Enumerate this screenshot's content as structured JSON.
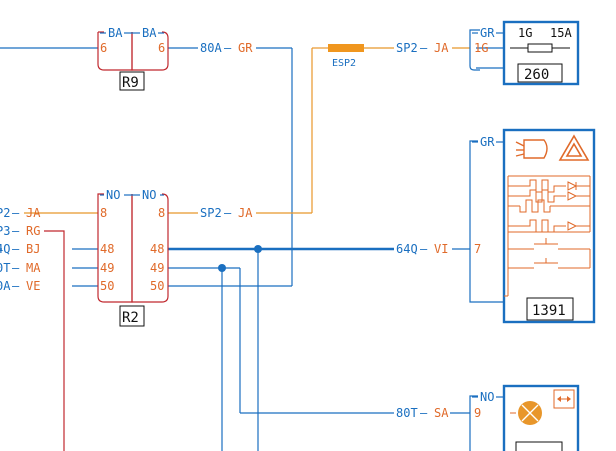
{
  "colors": {
    "wire_blue": "#1a6fc0",
    "wire_orange": "#e8962a",
    "wire_red": "#c0282e",
    "label_blue": "#1a6fc0",
    "label_orange": "#e06a2a",
    "fuse": "#f0961e",
    "black": "#111111"
  },
  "connectors": {
    "r9": {
      "id": "R9",
      "left_color": "BA",
      "right_color": "BA",
      "left_pin": "6",
      "right_pin": "6"
    },
    "r2": {
      "id": "R2",
      "left_color": "NO",
      "right_color": "NO",
      "left_pins": [
        "8",
        "48",
        "49",
        "50"
      ],
      "right_pins": [
        "8",
        "48",
        "49",
        "50"
      ]
    }
  },
  "wires": {
    "w_80a": {
      "code": "80A",
      "color": "GR"
    },
    "w_sp2_top": {
      "code": "SP2",
      "color": "JA"
    },
    "w_sp2_mid": {
      "code": "SP2",
      "color": "JA"
    },
    "w_64q": {
      "code": "64Q",
      "color": "VI"
    },
    "w_80t": {
      "code": "80T",
      "color": "SA"
    }
  },
  "left_wires": [
    {
      "code": "P2",
      "color": "JA"
    },
    {
      "code": "P3",
      "color": "RG"
    },
    {
      "code": "4Q",
      "color": "BJ"
    },
    {
      "code": "0T",
      "color": "MA"
    },
    {
      "code": "0A",
      "color": "VE"
    }
  ],
  "fuse": {
    "label": "ESP2"
  },
  "components": {
    "c260": {
      "id": "260",
      "conn_color": "GR",
      "pin": "1G",
      "fuse_id": "1G",
      "fuse_rating": "15A"
    },
    "c1391": {
      "id": "1391",
      "conn_color": "GR",
      "pin": "7"
    },
    "c_bottom": {
      "conn_color": "NO",
      "pin": "9"
    }
  }
}
